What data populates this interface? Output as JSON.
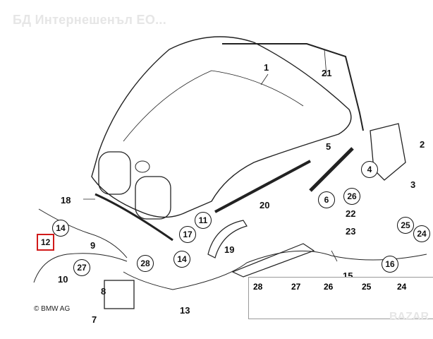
{
  "watermark": "БД Интернешенъл ЕО...",
  "copyright": "© BMW AG",
  "corner_mark": "BAZAR",
  "plain_labels": [
    "1",
    "21",
    "2",
    "5",
    "3",
    "18",
    "20",
    "9",
    "10",
    "8",
    "7",
    "13",
    "15",
    "22",
    "23",
    "19"
  ],
  "circle_labels": [
    "4",
    "6",
    "26",
    "25",
    "24",
    "11",
    "17",
    "14",
    "16",
    "27",
    "28"
  ],
  "highlighted_label": "12",
  "legend_items": [
    "28",
    "27",
    "26",
    "25",
    "24"
  ],
  "colors": {
    "highlight": "#d11a1a",
    "line": "#222222"
  }
}
